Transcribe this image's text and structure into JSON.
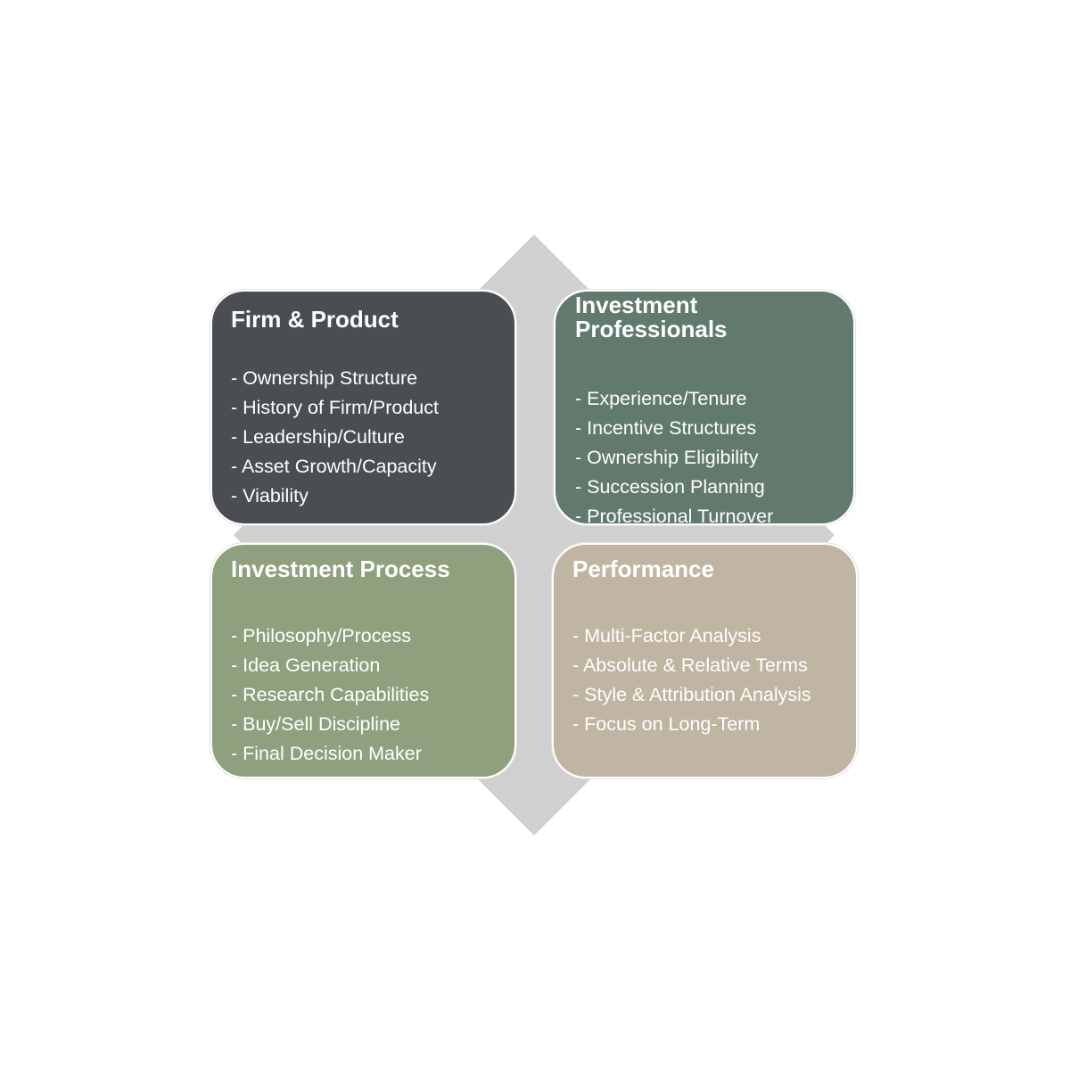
{
  "colors": {
    "diamond": "#d0d0d0",
    "firm_product": "#4a4d52",
    "investment_professionals": "#627a6e",
    "investment_process": "#8fa07e",
    "performance": "#c0b4a2"
  },
  "quadrants": [
    {
      "title": "Firm & Product",
      "items": [
        "- Ownership Structure",
        "- History of Firm/Product",
        "- Leadership/Culture",
        "- Asset Growth/Capacity",
        "- Viability"
      ]
    },
    {
      "title": "Investment Professionals",
      "items": [
        "- Experience/Tenure",
        "- Incentive Structures",
        "- Ownership Eligibility",
        "- Succession Planning",
        "- Professional Turnover"
      ]
    },
    {
      "title": "Investment Process",
      "items": [
        "- Philosophy/Process",
        "- Idea Generation",
        "- Research Capabilities",
        "- Buy/Sell Discipline",
        "- Final Decision Maker"
      ]
    },
    {
      "title": "Performance",
      "items": [
        "- Multi-Factor Analysis",
        "- Absolute & Relative Terms",
        "- Style & Attribution Analysis",
        "- Focus on Long-Term"
      ]
    }
  ]
}
